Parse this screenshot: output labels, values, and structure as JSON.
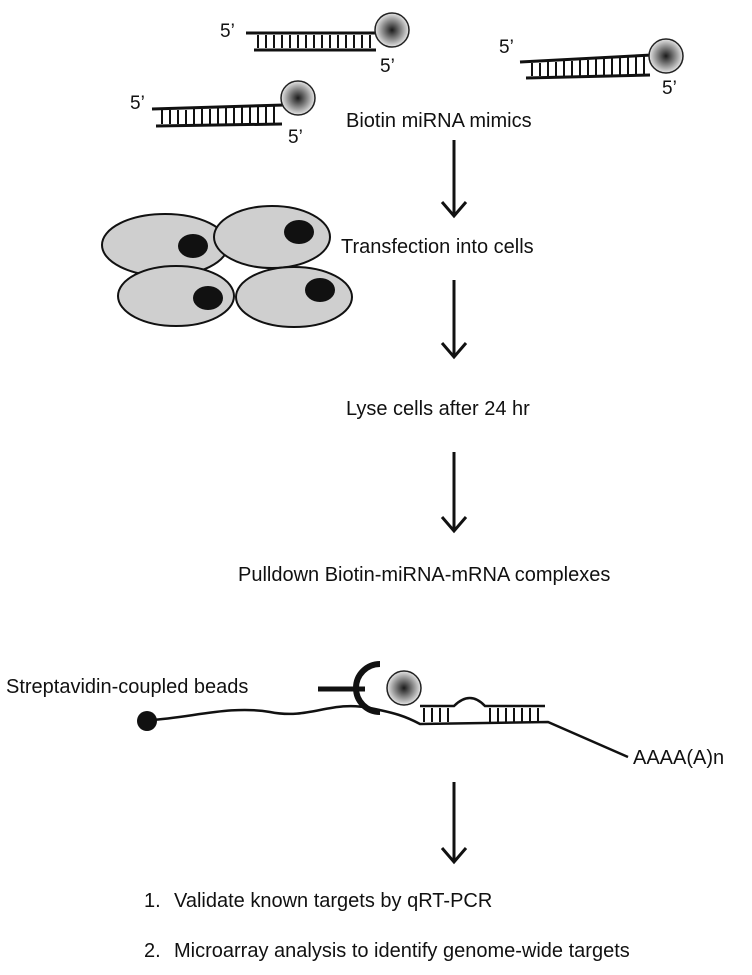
{
  "labels": {
    "five_prime": "5’",
    "biotin_mimics": "Biotin miRNA mimics",
    "transfection": "Transfection into cells",
    "lyse": "Lyse cells after 24 hr",
    "pulldown": "Pulldown Biotin-miRNA-mRNA complexes",
    "streptavidin": "Streptavidin-coupled beads",
    "polya": "AAAA(A)n"
  },
  "outcomes": [
    {
      "number": "1.",
      "text": "Validate known targets by qRT-PCR"
    },
    {
      "number": "2.",
      "text": "Microarray analysis to identify genome-wide targets"
    }
  ],
  "colors": {
    "ink": "#111111",
    "cell_fill": "#cfcfcf",
    "nucleus": "#111111",
    "biotin_dark": "#1a1a1a",
    "biotin_light": "#e6e6e6"
  }
}
